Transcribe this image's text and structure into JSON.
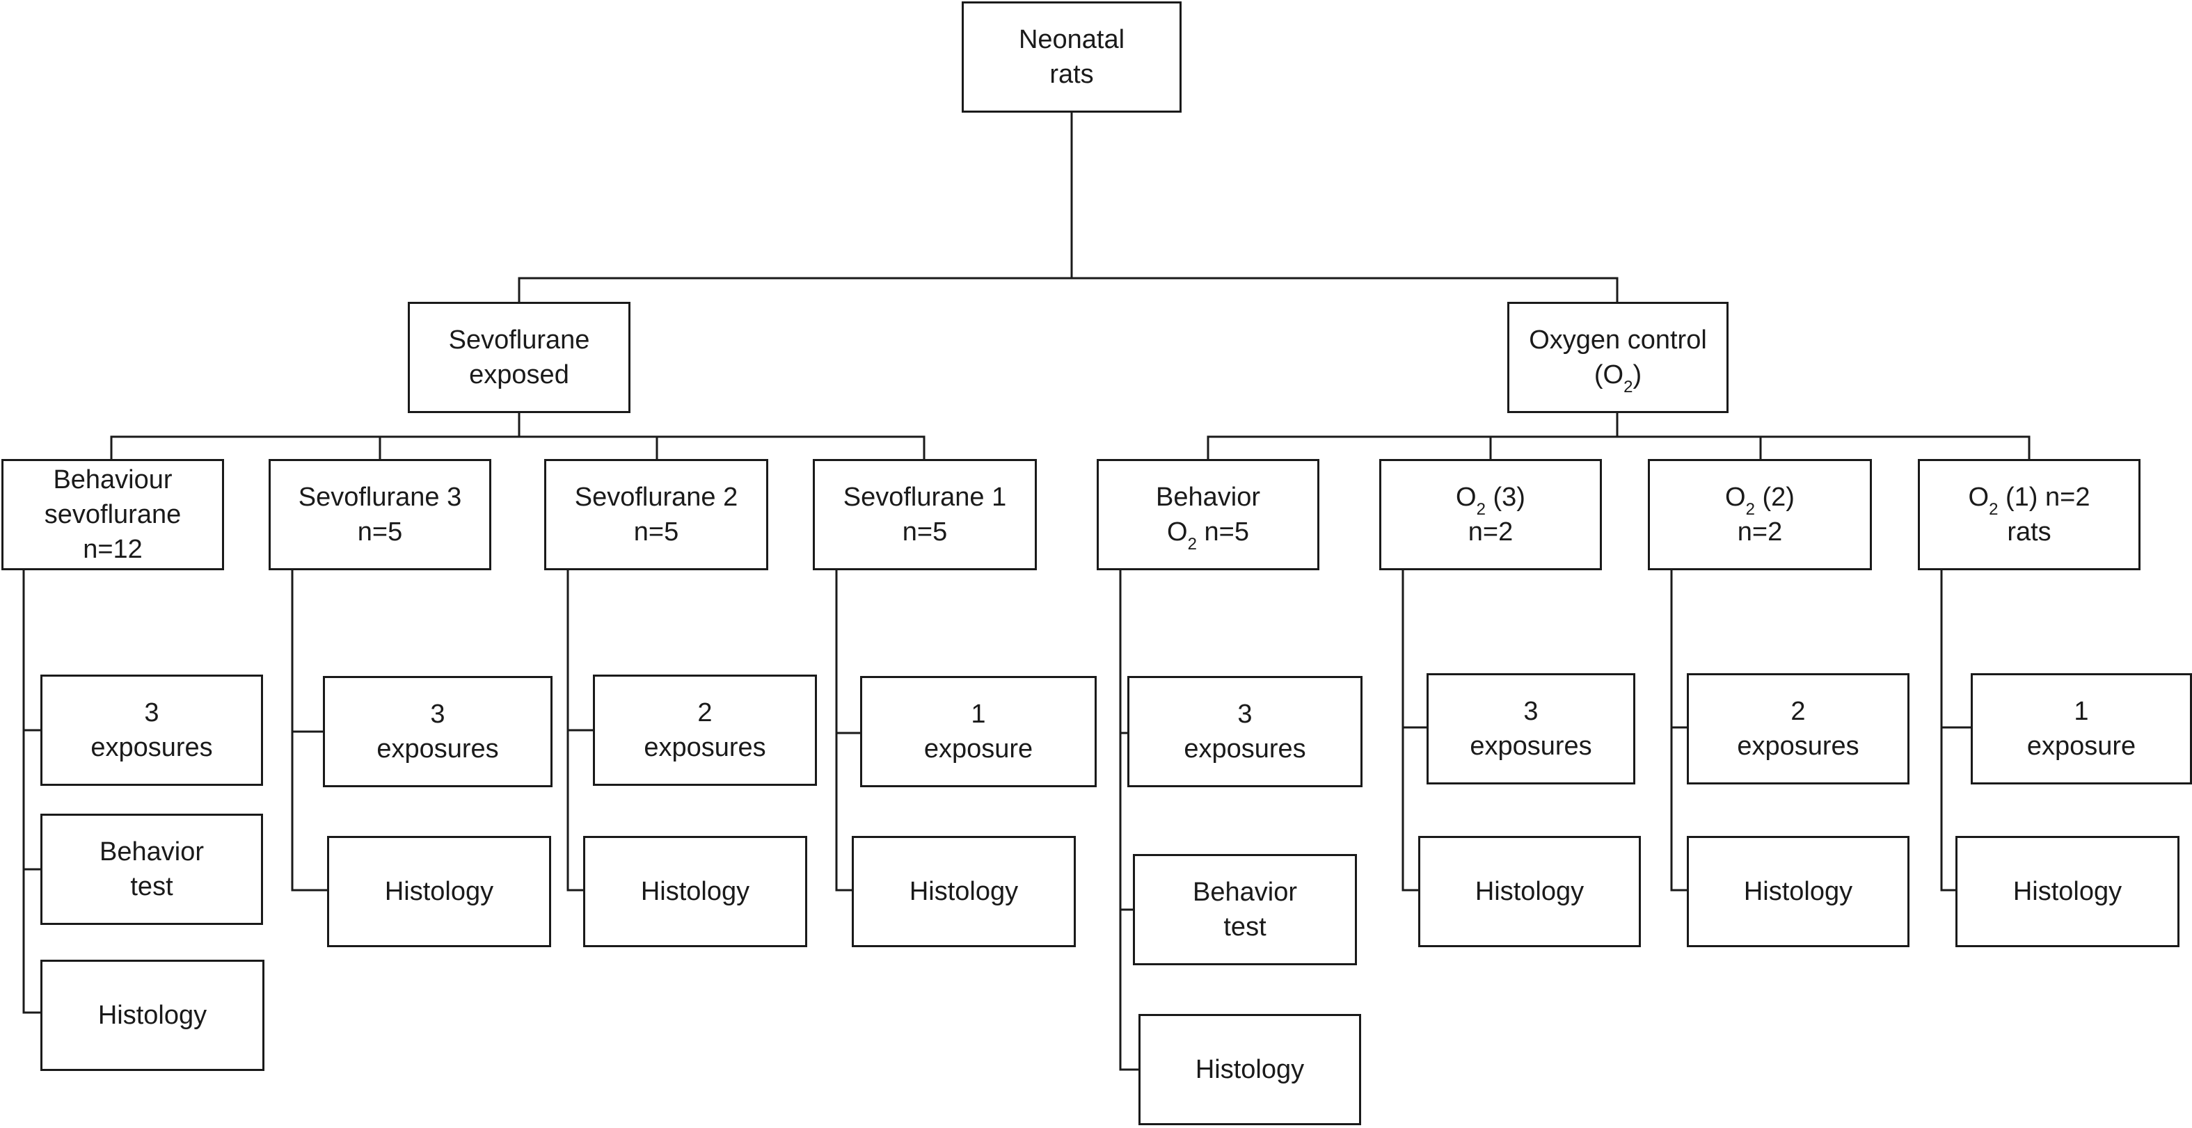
{
  "nodes": {
    "root": {
      "lines": [
        "Neonatal",
        "rats"
      ]
    },
    "sevo": {
      "lines": [
        "Sevoflurane",
        "exposed"
      ]
    },
    "oxy": {
      "lines": [
        "Oxygen control",
        "(O<sub>2</sub>)"
      ]
    },
    "beh_sevo": {
      "lines": [
        "Behaviour",
        "sevoflurane",
        "n=12"
      ]
    },
    "sevo3": {
      "lines": [
        "Sevoflurane 3",
        "n=5"
      ]
    },
    "sevo2": {
      "lines": [
        "Sevoflurane 2",
        "n=5"
      ]
    },
    "sevo1": {
      "lines": [
        "Sevoflurane 1",
        "n=5"
      ]
    },
    "beh_o2": {
      "lines": [
        "Behavior",
        "O<sub>2</sub> n=5"
      ]
    },
    "o2_3": {
      "lines": [
        "O<sub>2</sub> (3)",
        "n=2"
      ]
    },
    "o2_2": {
      "lines": [
        "O<sub>2</sub> (2)",
        "n=2"
      ]
    },
    "o2_1": {
      "lines": [
        "O<sub>2</sub> (1) n=2",
        "rats"
      ]
    },
    "beh_sevo_exp": {
      "lines": [
        "3",
        "exposures"
      ]
    },
    "beh_sevo_test": {
      "lines": [
        "Behavior",
        "test"
      ]
    },
    "beh_sevo_hist": {
      "lines": [
        "Histology"
      ]
    },
    "sevo3_exp": {
      "lines": [
        "3",
        "exposures"
      ]
    },
    "sevo3_hist": {
      "lines": [
        "Histology"
      ]
    },
    "sevo2_exp": {
      "lines": [
        "2",
        "exposures"
      ]
    },
    "sevo2_hist": {
      "lines": [
        "Histology"
      ]
    },
    "sevo1_exp": {
      "lines": [
        "1",
        "exposure"
      ]
    },
    "sevo1_hist": {
      "lines": [
        "Histology"
      ]
    },
    "beh_o2_exp": {
      "lines": [
        "3",
        "exposures"
      ]
    },
    "beh_o2_test": {
      "lines": [
        "Behavior",
        "test"
      ]
    },
    "beh_o2_hist": {
      "lines": [
        "Histology"
      ]
    },
    "o2_3_exp": {
      "lines": [
        "3",
        "exposures"
      ]
    },
    "o2_3_hist": {
      "lines": [
        "Histology"
      ]
    },
    "o2_2_exp": {
      "lines": [
        "2",
        "exposures"
      ]
    },
    "o2_2_hist": {
      "lines": [
        "Histology"
      ]
    },
    "o2_1_exp": {
      "lines": [
        "1",
        "exposure"
      ]
    },
    "o2_1_hist": {
      "lines": [
        "Histology"
      ]
    }
  }
}
